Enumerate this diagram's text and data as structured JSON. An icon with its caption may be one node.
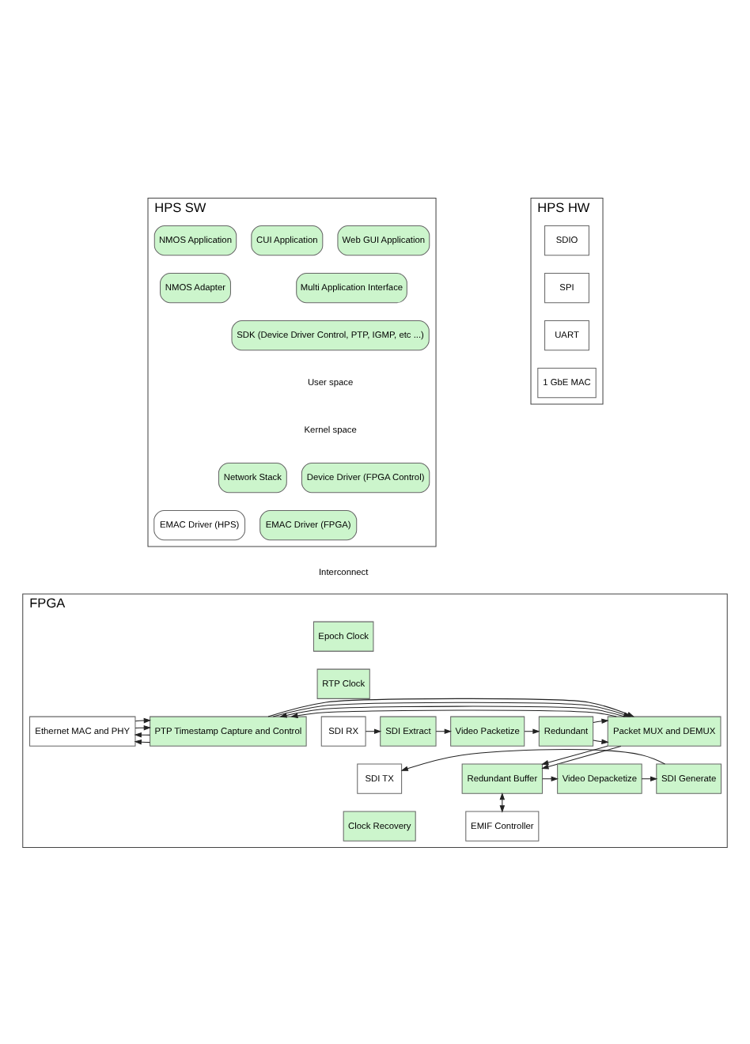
{
  "diagram": {
    "nodes": [
      {
        "text": [
          "HPS SW"
        ]
      },
      {
        "text": [
          "Web GUI Application"
        ],
        "in": 0
      },
      {
        "text": [
          "CUI Application"
        ],
        "in": 0
      },
      {
        "text": [
          "NMOS Application"
        ],
        "in": 0
      },
      {
        "text": [
          "NMOS Adapter"
        ],
        "in": 0
      },
      {
        "text": [
          "Multi Application Interface"
        ],
        "in": 0
      },
      {
        "text": [
          "SDK (Device Driver Control, PTP, IGMP, etc ...)"
        ],
        "in": 0
      },
      {
        "text": [
          "Device Driver (FPGA Control)"
        ],
        "in": 0
      },
      {
        "text": [
          "Network Stack"
        ],
        "in": 0
      },
      {
        "text": [
          "EMAC Driver (FPGA)"
        ],
        "in": 0
      },
      {
        "text": [
          "EMAC Driver (HPS)"
        ],
        "in": 0
      },
      {
        "text": [
          "HPS HW"
        ]
      },
      {
        "text": [
          "SDIO"
        ],
        "in": 11
      },
      {
        "text": [
          "SPI"
        ],
        "in": 11
      },
      {
        "text": [
          "UART"
        ],
        "in": 11
      },
      {
        "text": [
          "1 GbE MAC"
        ],
        "in": 11
      },
      {
        "text": [
          "FPGA"
        ]
      },
      {
        "text": [
          "Epoch Clock"
        ],
        "in": 16
      },
      {
        "text": [
          "RTP Clock"
        ],
        "in": 16
      },
      {
        "text": [
          "SDI RX"
        ],
        "in": 16
      },
      {
        "text": [
          "SDI Extract"
        ],
        "in": 16
      },
      {
        "text": [
          "Video Packetize"
        ],
        "in": 16
      },
      {
        "text": [
          "Redundant"
        ],
        "in": 16
      },
      {
        "text": [
          "Packet MUX and DEMUX"
        ],
        "in": 16
      },
      {
        "text": [
          "PTP Timestamp Capture and Control"
        ],
        "in": 16
      },
      {
        "text": [
          "Ethernet MAC and PHY"
        ],
        "in": 16
      },
      {
        "text": [
          "SDI TX"
        ],
        "in": 16
      },
      {
        "text": [
          "SDI Generate"
        ],
        "in": 16
      },
      {
        "text": [
          "Video Depacketize"
        ],
        "in": 16
      },
      {
        "text": [
          "Redundant Buffer"
        ],
        "in": 16
      },
      {
        "text": [
          "Clock Recovery"
        ],
        "in": 16
      },
      {
        "text": [
          "EMIF Controller"
        ],
        "in": 16
      }
    ],
    "edges": [
      {
        "from": 19,
        "to": 20,
        "arrow": "to"
      },
      {
        "from": 20,
        "to": 21,
        "arrow": "to"
      },
      {
        "from": 21,
        "to": 22,
        "arrow": "to"
      },
      {
        "from": 22,
        "to": 23,
        "arrow": "to"
      },
      {
        "from": 22,
        "to": 23,
        "arrow": "to"
      },
      {
        "from": 23,
        "to": 24,
        "arrow": "to"
      },
      {
        "from": 23,
        "to": 24,
        "arrow": "to"
      },
      {
        "from": 24,
        "to": 25,
        "arrow": "to"
      },
      {
        "from": 24,
        "to": 25,
        "arrow": "to"
      },
      {
        "from": 25,
        "to": 24,
        "arrow": "to"
      },
      {
        "from": 25,
        "to": 24,
        "arrow": "to"
      },
      {
        "from": 24,
        "to": 23,
        "arrow": "to"
      },
      {
        "from": 24,
        "to": 23,
        "arrow": "to"
      },
      {
        "from": 23,
        "to": 29,
        "arrow": "to"
      },
      {
        "from": 23,
        "to": 29,
        "arrow": "to"
      },
      {
        "from": 29,
        "to": 28,
        "arrow": "to"
      },
      {
        "from": 28,
        "to": 27,
        "arrow": "to"
      },
      {
        "from": 27,
        "to": 26,
        "arrow": "to"
      },
      {
        "from": 29,
        "to": 31,
        "arrow": "both"
      }
    ],
    "labels": [
      "User space",
      "Kernel space",
      "Interconnect"
    ]
  }
}
